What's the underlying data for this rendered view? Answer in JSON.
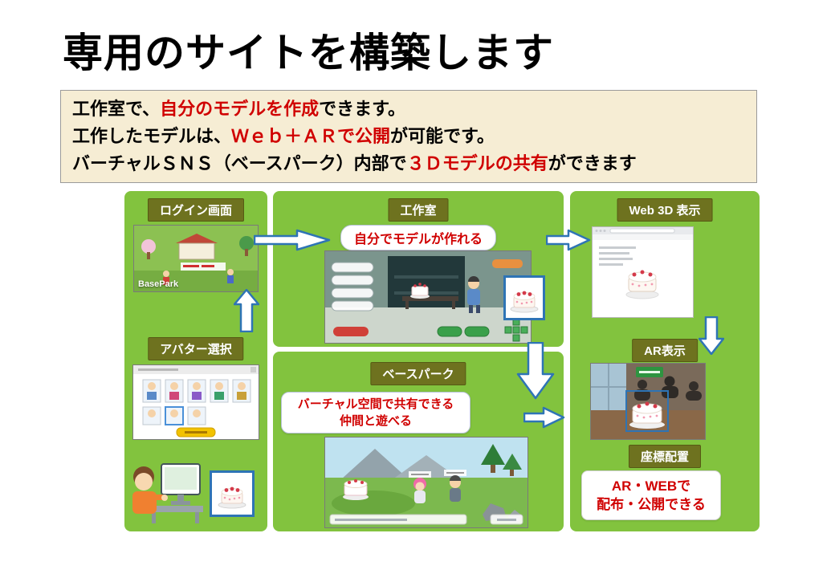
{
  "slide": {
    "title": "専用のサイトを構築します"
  },
  "infobox": {
    "lines": [
      {
        "segments": [
          {
            "text": "工作室で、",
            "color": "black"
          },
          {
            "text": "自分のモデルを作成",
            "color": "red"
          },
          {
            "text": "できます。",
            "color": "black"
          }
        ]
      },
      {
        "segments": [
          {
            "text": "工作したモデルは、",
            "color": "black"
          },
          {
            "text": "Ｗｅｂ＋ＡＲで公開",
            "color": "red"
          },
          {
            "text": "が可能です。",
            "color": "black"
          }
        ]
      },
      {
        "segments": [
          {
            "text": "バーチャルＳＮＳ（ベースパーク）内部で",
            "color": "black"
          },
          {
            "text": "３Ｄモデルの共有",
            "color": "red"
          },
          {
            "text": "ができます",
            "color": "black"
          }
        ]
      }
    ]
  },
  "diagram": {
    "login": {
      "label": "ログイン画面",
      "screenshot_brand": "BasePark"
    },
    "avatar": {
      "label": "アバター選択"
    },
    "workshop": {
      "label": "工作室",
      "banner": "自分でモデルが作れる"
    },
    "basepark": {
      "label": "ベースパーク",
      "banner_line1": "バーチャル空間で共有できる",
      "banner_line2": "仲間と遊べる"
    },
    "web3d": {
      "label": "Web 3D 表示"
    },
    "ar": {
      "label": "AR表示"
    },
    "coords": {
      "label": "座標配置",
      "note_line1": "AR・WEBで",
      "note_line2": "配布・公開できる"
    }
  },
  "colors": {
    "panel_green": "#82c33e",
    "label_olive": "#6e721f",
    "accent_red": "#d00000",
    "arrow_blue": "#2e74b5",
    "infobox_bg": "#f6edd4"
  }
}
